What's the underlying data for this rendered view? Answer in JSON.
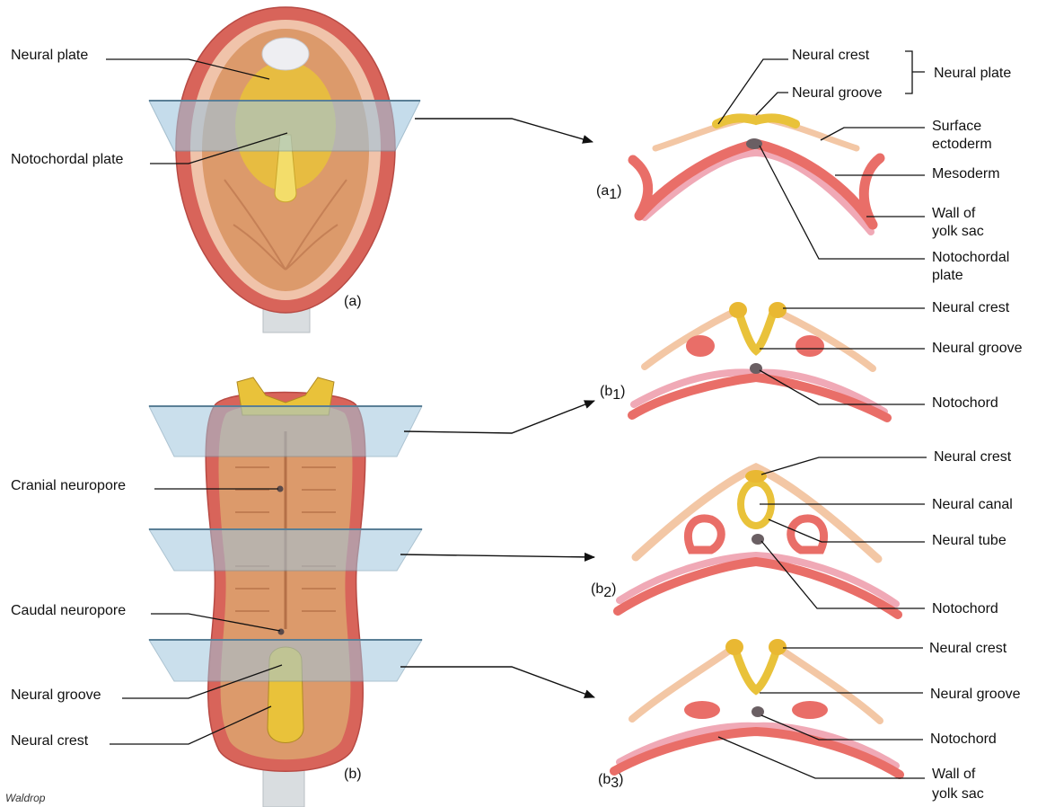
{
  "labels": {
    "a_neural_plate": "Neural plate",
    "a_notochordal_plate": "Notochordal plate",
    "a_panel": "(a)",
    "b_cranial_neuropore": "Cranial neuropore",
    "b_caudal_neuropore": "Caudal neuropore",
    "b_neural_groove": "Neural groove",
    "b_neural_crest": "Neural crest",
    "b_panel": "(b)",
    "credit": "Waldrop"
  },
  "a1": {
    "panel_main": "(a",
    "panel_sub": "1",
    "panel_close": ")",
    "neural_crest": "Neural crest",
    "neural_groove": "Neural groove",
    "neural_plate": "Neural plate",
    "surface_ectoderm_1": "Surface",
    "surface_ectoderm_2": "ectoderm",
    "mesoderm": "Mesoderm",
    "wall_yolk_1": "Wall of",
    "wall_yolk_2": "yolk sac",
    "notochordal_1": "Notochordal",
    "notochordal_2": "plate"
  },
  "b1": {
    "panel_main": "(b",
    "panel_sub": "1",
    "panel_close": ")",
    "neural_crest": "Neural crest",
    "neural_groove": "Neural groove",
    "notochord": "Notochord"
  },
  "b2": {
    "panel_main": "(b",
    "panel_sub": "2",
    "panel_close": ")",
    "neural_crest": "Neural crest",
    "neural_canal": "Neural canal",
    "neural_tube": "Neural tube",
    "notochord": "Notochord"
  },
  "b3": {
    "panel_main": "(b",
    "panel_sub": "3",
    "panel_close": ")",
    "neural_crest": "Neural crest",
    "neural_groove": "Neural groove",
    "notochord": "Notochord",
    "wall_yolk_1": "Wall of",
    "wall_yolk_2": "yolk sac"
  },
  "colors": {
    "outer_wall": "#d8645a",
    "amnion": "#f2c8b4",
    "embryo_disc": "#dd9a6a",
    "neural_yellow": "#e9c23a",
    "mesoderm": "#e96e68",
    "yolk_wall": "#f0a9b6",
    "ectoderm": "#f3c7a5",
    "plane_blue": "#9fc6de",
    "notochord": "#6a5f63"
  }
}
